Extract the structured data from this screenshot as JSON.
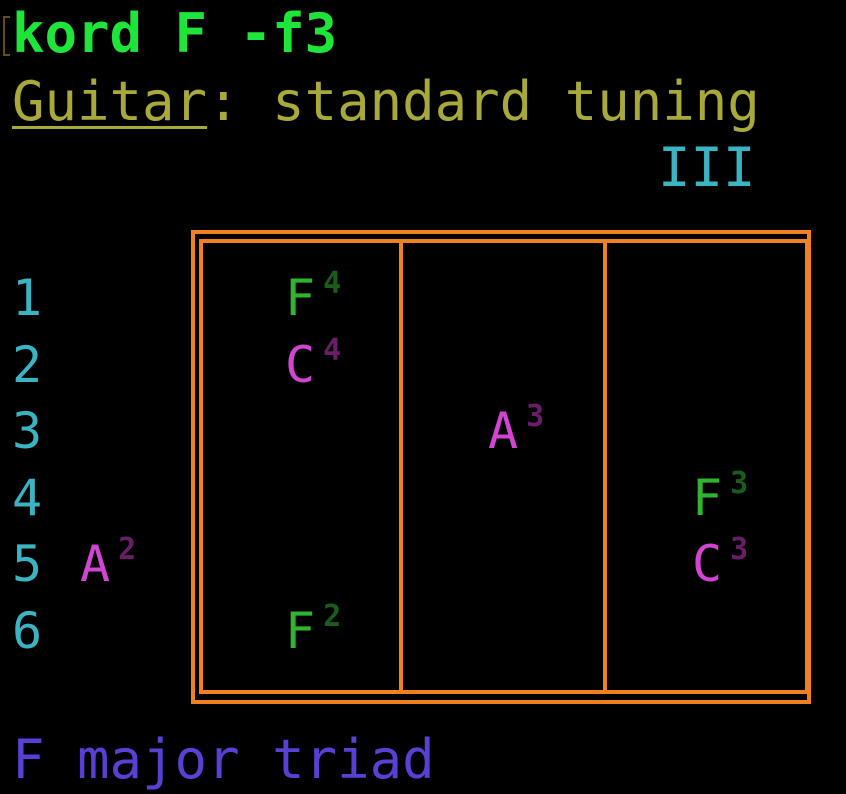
{
  "terminal": {
    "command": "kord F -f3",
    "instrument": "Guitar",
    "tuning_suffix": ": standard tuning",
    "fret_label": "III",
    "chord_name": "F major triad"
  },
  "fretboard": {
    "frets_shown": 3,
    "frame_color": "#f08020",
    "strings": [
      {
        "number": "1",
        "notes": [
          {
            "fret": 1,
            "note": "F",
            "octave": "4",
            "role": "root"
          }
        ]
      },
      {
        "number": "2",
        "notes": [
          {
            "fret": 1,
            "note": "C",
            "octave": "4",
            "role": "other"
          }
        ]
      },
      {
        "number": "3",
        "notes": [
          {
            "fret": 2,
            "note": "A",
            "octave": "3",
            "role": "other"
          }
        ]
      },
      {
        "number": "4",
        "notes": [
          {
            "fret": 3,
            "note": "F",
            "octave": "3",
            "role": "root"
          }
        ]
      },
      {
        "number": "5",
        "notes": [
          {
            "fret": 0,
            "note": "A",
            "octave": "2",
            "role": "other"
          },
          {
            "fret": 3,
            "note": "C",
            "octave": "3",
            "role": "other"
          }
        ]
      },
      {
        "number": "6",
        "notes": [
          {
            "fret": 1,
            "note": "F",
            "octave": "2",
            "role": "root"
          }
        ]
      }
    ]
  },
  "colors": {
    "command": "#1ee53a",
    "tuning": "#a9a83b",
    "string_numbers": "#3ab3c2",
    "root_note": "#2fb52f",
    "other_note": "#d244d2",
    "chord_name": "#5a3fd4"
  }
}
